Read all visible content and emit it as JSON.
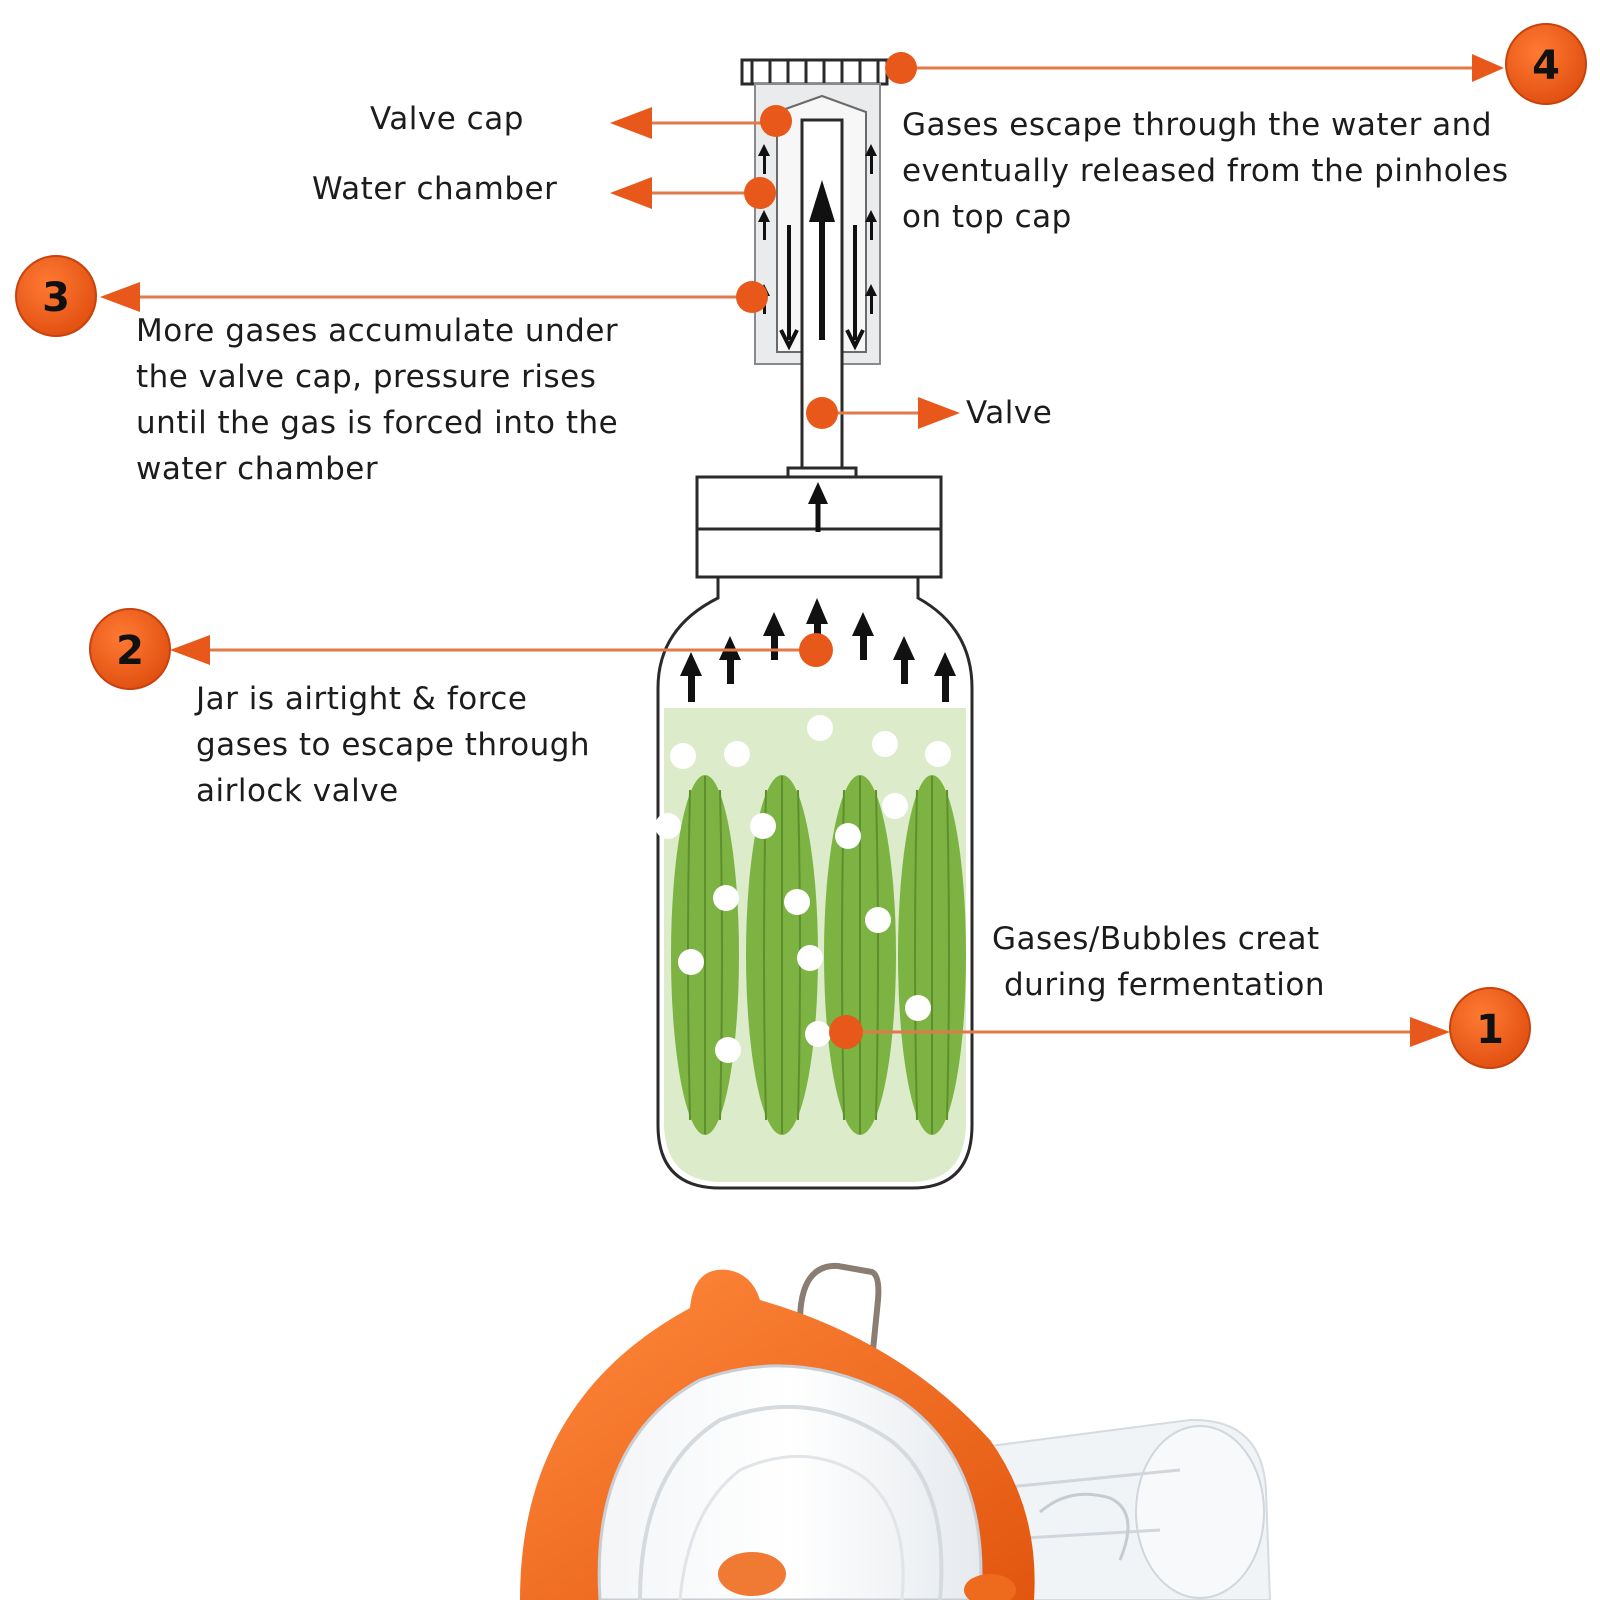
{
  "labels": {
    "valve_cap": "Valve cap",
    "water_chamber": "Water chamber",
    "valve": "Valve",
    "step4_line1": "Gases escape through the water and",
    "step4_line2": "eventually released from the pinholes",
    "step4_line3": "on top cap",
    "step3_line1": "More gases accumulate under",
    "step3_line2": "the valve cap, pressure rises",
    "step3_line3": "until the gas is forced into the",
    "step3_line4": "water chamber",
    "step2_line1": "Jar is airtight & force",
    "step2_line2": "gases to escape through",
    "step2_line3": "airlock valve",
    "step1_line1": "Gases/Bubbles creat",
    "step1_line2": "during fermentation"
  },
  "badges": {
    "b1": "1",
    "b2": "2",
    "b3": "3",
    "b4": "4"
  },
  "colors": {
    "accent": "#e8581a",
    "accent_dark": "#c8420c",
    "line": "#e07a4a",
    "liquid": "#dcebc9",
    "cucumber": "#7cb342",
    "cucumber_stripe": "#5e8f2e",
    "outline": "#3a3a3a",
    "lid": "#ee6a1d"
  }
}
